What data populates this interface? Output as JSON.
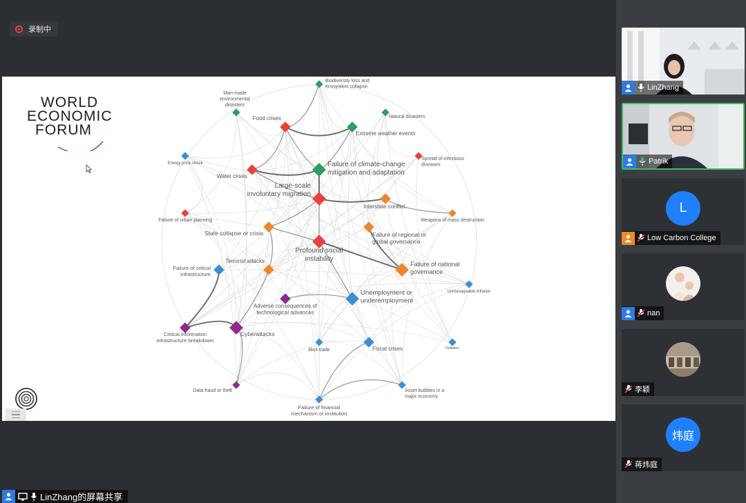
{
  "recording": {
    "label": "录制中"
  },
  "screen_share": {
    "label": "LinZhang的屏幕共享"
  },
  "logo": {
    "lines": [
      "WORLD",
      "ECONOMIC",
      "FORUM"
    ]
  },
  "colors": {
    "green": "#2e9e5b",
    "red": "#e8423c",
    "orange": "#f0862a",
    "blue": "#3b8fd8",
    "purple": "#8e2a8c",
    "accent_active": "#3fbf5a",
    "avatar_blue": "#1e80ff"
  },
  "network": {
    "nodes": [
      {
        "id": "biodiversity",
        "label": [
          "Biodiversity loss and",
          "ecosystem collapse"
        ],
        "category": "environmental",
        "size": "small"
      },
      {
        "id": "manmade",
        "label": [
          "Man-made",
          "environmental",
          "disasters"
        ],
        "category": "environmental",
        "size": "small"
      },
      {
        "id": "natural",
        "label": [
          "Natural disasters"
        ],
        "category": "environmental",
        "size": "small"
      },
      {
        "id": "food",
        "label": [
          "Food crises"
        ],
        "category": "societal",
        "size": "medium"
      },
      {
        "id": "extreme",
        "label": [
          "Extreme weather events"
        ],
        "category": "environmental",
        "size": "medium"
      },
      {
        "id": "energy",
        "label": [
          "Energy price shock"
        ],
        "category": "economic",
        "size": "small"
      },
      {
        "id": "infectious",
        "label": [
          "Spread of infectious",
          "diseases"
        ],
        "category": "societal",
        "size": "small"
      },
      {
        "id": "climate",
        "label": [
          "Failure of climate-change",
          "mitigation and adaptation"
        ],
        "category": "environmental",
        "size": "large"
      },
      {
        "id": "water",
        "label": [
          "Water crises"
        ],
        "category": "societal",
        "size": "medium"
      },
      {
        "id": "migration",
        "label": [
          "Large-scale",
          "involuntary migration"
        ],
        "category": "societal",
        "size": "large"
      },
      {
        "id": "interstate",
        "label": [
          "Interstate conflict"
        ],
        "category": "geopolitical",
        "size": "medium"
      },
      {
        "id": "urban",
        "label": [
          "Failure of urban planning"
        ],
        "category": "societal",
        "size": "small"
      },
      {
        "id": "wmd",
        "label": [
          "Weapons of mass destruction"
        ],
        "category": "geopolitical",
        "size": "small"
      },
      {
        "id": "state",
        "label": [
          "State collapse or crisis"
        ],
        "category": "geopolitical",
        "size": "medium"
      },
      {
        "id": "regional",
        "label": [
          "Failure of regional or",
          "global governance"
        ],
        "category": "geopolitical",
        "size": "medium"
      },
      {
        "id": "social",
        "label": [
          "Profound social",
          "instability"
        ],
        "category": "societal",
        "size": "large"
      },
      {
        "id": "national",
        "label": [
          "Failure of national",
          "governance"
        ],
        "category": "geopolitical",
        "size": "large"
      },
      {
        "id": "critical",
        "label": [
          "Failure of critical",
          "infrastructure"
        ],
        "category": "economic",
        "size": "medium"
      },
      {
        "id": "terrorist",
        "label": [
          "Terrorist attacks"
        ],
        "category": "geopolitical",
        "size": "medium"
      },
      {
        "id": "inflation",
        "label": [
          "Unmanageable inflation"
        ],
        "category": "economic",
        "size": "small"
      },
      {
        "id": "unemployment",
        "label": [
          "Unemployment or",
          "underemployment"
        ],
        "category": "economic",
        "size": "large"
      },
      {
        "id": "adverse",
        "label": [
          "Adverse consequences of",
          "technological advances"
        ],
        "category": "technological",
        "size": "medium"
      },
      {
        "id": "infobreak",
        "label": [
          "Critical information",
          "infrastructure breakdown"
        ],
        "category": "technological",
        "size": "medium"
      },
      {
        "id": "cyber",
        "label": [
          "Cyberattacks"
        ],
        "category": "technological",
        "size": "large"
      },
      {
        "id": "illicit",
        "label": [
          "Illicit trade"
        ],
        "category": "economic",
        "size": "small"
      },
      {
        "id": "fiscal",
        "label": [
          "Fiscal crises"
        ],
        "category": "economic",
        "size": "medium"
      },
      {
        "id": "deflation",
        "label": [
          "Deflation"
        ],
        "category": "economic",
        "size": "small"
      },
      {
        "id": "datafraud",
        "label": [
          "Data fraud or theft"
        ],
        "category": "technological",
        "size": "small"
      },
      {
        "id": "assetbubble",
        "label": [
          "Asset bubbles in a",
          "major economy"
        ],
        "category": "economic",
        "size": "small"
      },
      {
        "id": "financial",
        "label": [
          "Failure of financial",
          "mechanism or institution"
        ],
        "category": "economic",
        "size": "small"
      }
    ],
    "strong_edges": [
      [
        "climate",
        "migration"
      ],
      [
        "climate",
        "extreme"
      ],
      [
        "climate",
        "food"
      ],
      [
        "climate",
        "water"
      ],
      [
        "migration",
        "social"
      ],
      [
        "migration",
        "state"
      ],
      [
        "migration",
        "interstate"
      ],
      [
        "migration",
        "water"
      ],
      [
        "social",
        "unemployment"
      ],
      [
        "social",
        "national"
      ],
      [
        "social",
        "state"
      ],
      [
        "food",
        "water"
      ],
      [
        "food",
        "extreme"
      ],
      [
        "food",
        "biodiversity"
      ],
      [
        "adverse",
        "unemployment"
      ],
      [
        "cyber",
        "infobreak"
      ],
      [
        "cyber",
        "datafraud"
      ],
      [
        "cyber",
        "terrorist"
      ],
      [
        "critical",
        "infobreak"
      ],
      [
        "fiscal",
        "financial"
      ],
      [
        "assetbubble",
        "financial"
      ],
      [
        "national",
        "regional"
      ],
      [
        "interstate",
        "wmd"
      ],
      [
        "state",
        "terrorist"
      ]
    ]
  },
  "participants": [
    {
      "name": "LinZhang",
      "type": "video",
      "active": false,
      "host": true,
      "mic": "on"
    },
    {
      "name": "Patrik",
      "type": "video",
      "active": true,
      "host": true,
      "mic": "speaking"
    },
    {
      "name": "Low Carbon College",
      "type": "avatar",
      "initial": "L",
      "host": true,
      "host_color": "orange",
      "mic": "muted"
    },
    {
      "name": "nan",
      "type": "photo",
      "host": true,
      "mic": "muted"
    },
    {
      "name": "李颖",
      "type": "photo",
      "host": false,
      "mic": "muted"
    },
    {
      "name": "蒋炜庭",
      "type": "avatar",
      "initial": "炜庭",
      "host": false,
      "mic": "muted"
    }
  ]
}
